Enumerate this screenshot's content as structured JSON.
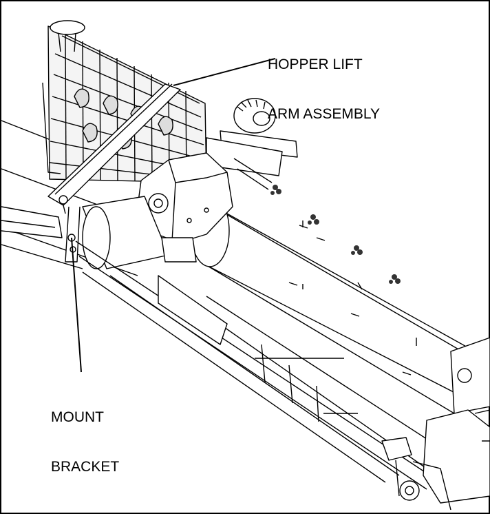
{
  "labels": {
    "hopper_lift_line1": "HOPPER LIFT",
    "hopper_lift_line2": "ARM ASSEMBLY",
    "mount_line1": "MOUNT",
    "mount_line2": "BRACKET"
  },
  "colors": {
    "line": "#000000",
    "paper": "#ffffff",
    "shade": "#e6e6e6"
  }
}
